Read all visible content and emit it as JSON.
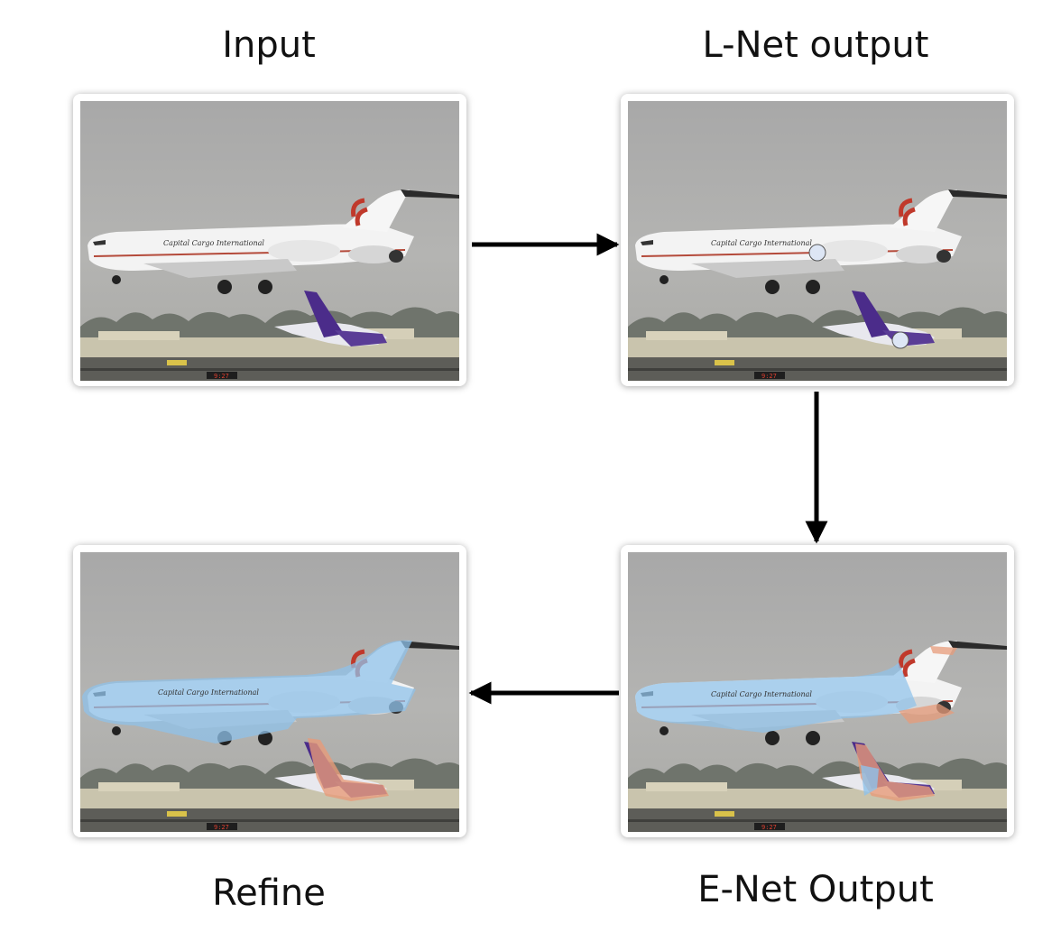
{
  "panels": {
    "input": {
      "title": "Input",
      "timestamp": "9:27",
      "tail_text": "Capital Cargo International"
    },
    "lnet": {
      "title": "L-Net output",
      "timestamp": "9:27",
      "tail_text": "Capital Cargo International"
    },
    "refine": {
      "title": "Refine",
      "timestamp": "9:27",
      "tail_text": "Capital Cargo International"
    },
    "enet": {
      "title": "E-Net Output",
      "timestamp": "9:27",
      "tail_text": "Capital Cargo International"
    }
  },
  "colors": {
    "sky": "#a9a9a9",
    "ground": "#6e6e66",
    "plane_body": "#f3f3f3",
    "tail_red": "#c0392b",
    "cargo_purple": "#4b2c8a",
    "mask_blue": "#8fc2ea",
    "mask_orange": "#e79b79",
    "point_marker": "#dde6f5",
    "arrow": "#000000"
  }
}
